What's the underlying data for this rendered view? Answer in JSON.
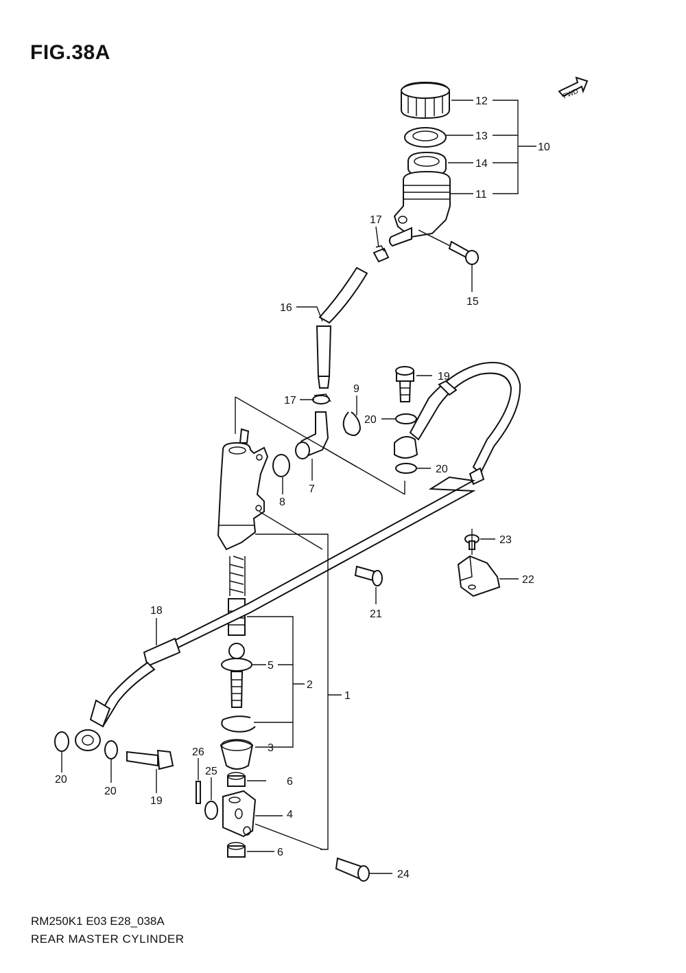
{
  "header": {
    "figure_title": "FIG.38A"
  },
  "footer": {
    "model_code": "RM250K1 E03 E28_038A",
    "assembly_name": "REAR MASTER CYLINDER"
  },
  "direction_badge": {
    "text": "FWD",
    "icon": "fwd-arrow-icon"
  },
  "callouts": {
    "c1": "1",
    "c2": "2",
    "c3": "3",
    "c4": "4",
    "c5": "5",
    "c6a": "6",
    "c6b": "6",
    "c7": "7",
    "c8": "8",
    "c9": "9",
    "c10": "10",
    "c11": "11",
    "c12": "12",
    "c13": "13",
    "c14": "14",
    "c15": "15",
    "c16": "16",
    "c17a": "17",
    "c17b": "17",
    "c18": "18",
    "c19a": "19",
    "c19b": "19",
    "c20a": "20",
    "c20b": "20",
    "c20c": "20",
    "c20d": "20",
    "c21": "21",
    "c22": "22",
    "c23": "23",
    "c24": "24",
    "c25": "25",
    "c26": "26"
  }
}
